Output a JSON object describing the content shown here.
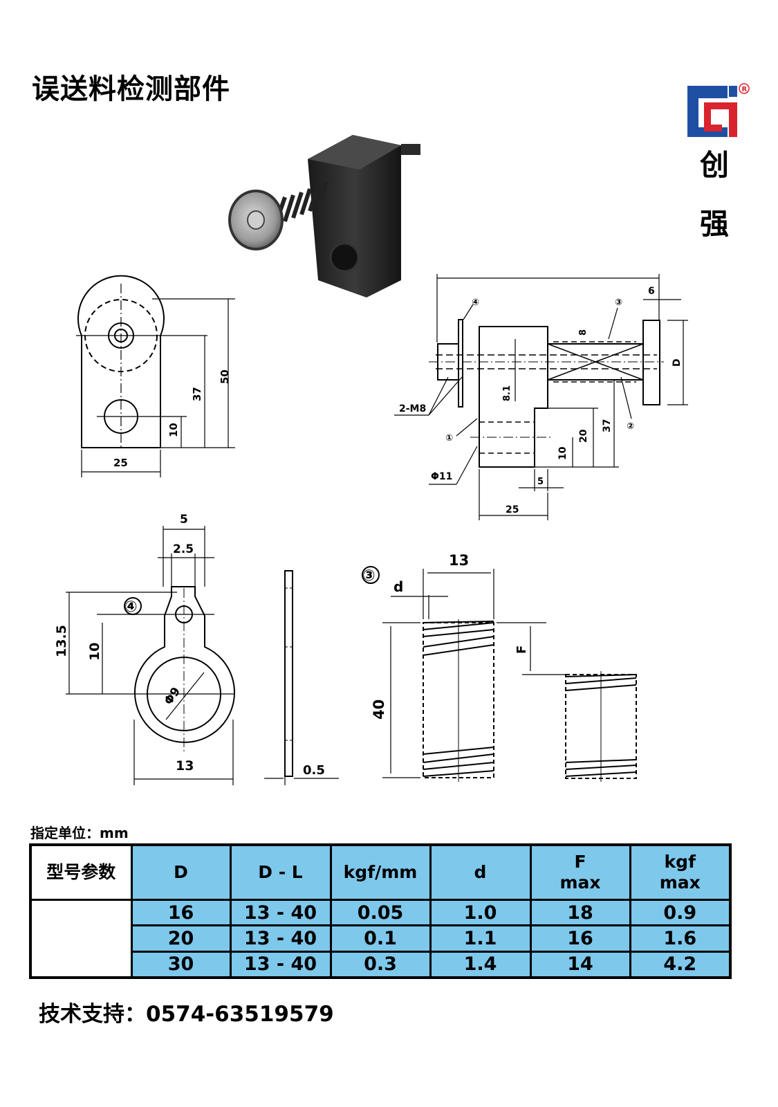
{
  "page": {
    "title": "误送料检测部件",
    "brand_chars": [
      "创",
      "强"
    ],
    "unit_label": "指定单位：mm",
    "support": "技术支持：0574-63519579"
  },
  "drawing_labels": {
    "side_view": {
      "height_total": "50",
      "height_mid": "37",
      "height_low": "10",
      "width": "25"
    },
    "assembly": {
      "callout_4": "④",
      "callout_3": "③",
      "callout_2": "②",
      "callout_1": "①",
      "dim_6": "6",
      "dim_8": "8",
      "dim_D": "D",
      "dim_81": "8.1",
      "thread": "2-M8",
      "hole": "Φ11",
      "dim_20": "20",
      "dim_37": "37",
      "dim_10": "10",
      "dim_5": "5",
      "dim_25": "25"
    },
    "washer": {
      "callout": "④",
      "top_width": "5",
      "slot_width": "2.5",
      "height_total": "13.5",
      "height_hole": "10",
      "inner_dia": "Φ9",
      "outer_dia": "13",
      "thickness": "0.5"
    },
    "spring": {
      "callout": "③",
      "width": "13",
      "wire": "d",
      "length": "40",
      "force": "F"
    }
  },
  "table": {
    "headers": [
      "型号参数",
      "D",
      "D - L",
      "kgf/mm",
      "d",
      "F max",
      "kgf max"
    ],
    "rows": [
      [
        "",
        "16",
        "13 - 40",
        "0.05",
        "1.0",
        "18",
        "0.9"
      ],
      [
        "",
        "20",
        "13 - 40",
        "0.1",
        "1.1",
        "16",
        "1.6"
      ],
      [
        "",
        "30",
        "13 - 40",
        "0.3",
        "1.4",
        "14",
        "4.2"
      ]
    ]
  },
  "colors": {
    "table_fill": "#7ec8ec",
    "logo_blue": "#1f4fa3",
    "logo_red": "#d9232d"
  }
}
